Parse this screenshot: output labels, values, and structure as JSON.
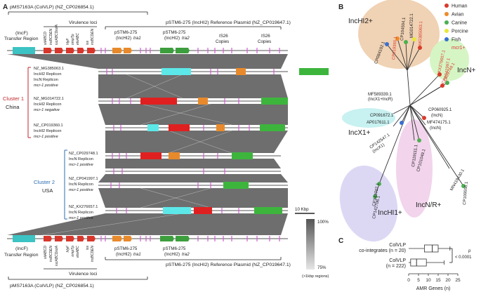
{
  "panels": {
    "a": "A",
    "b": "B",
    "c": "C"
  },
  "panel_a": {
    "top_plasmid": "pMS7163A (ColVLP) (NZ_CP026854.1)",
    "virulence_loci": "Virulence loci",
    "reference_plasmid": "pSTM6-275 (IncHI2) Reference Plasmid (NZ_CP019647.1)",
    "transfer_region_top": "(IncF)",
    "transfer_region_bottom": "Transfer Region",
    "tra1_top": "pSTM6-275",
    "tra1_mid": "(IncHI2)",
    "tra1_bot": "tra1",
    "tra2_top": "pSTM6-275",
    "tra2_mid": "(IncHI2)",
    "tra2_bot": "tra2",
    "is26_top": "IS26",
    "is26_bot": "Copies",
    "gene_labels": [
      "sitABCD",
      "iroBCDEN",
      "iucABCDiutA",
      "hlyF",
      "ompTp",
      "etsABC",
      "iss",
      "iroBCDEN"
    ],
    "cluster1_label": "Cluster 1",
    "cluster1_country": "China",
    "cluster2_label": "Cluster 2",
    "cluster2_country": "USA",
    "strains": [
      {
        "acc": "NZ_MG385063.1",
        "l2": "IncHI2 Replicon",
        "l3": "IncN Replicon",
        "l4": "mcr-1 positive"
      },
      {
        "acc": "NZ_MG014722.1",
        "l2": "IncHI2 Replicon",
        "l3": "mcr-1 negative",
        "l4": ""
      },
      {
        "acc": "NZ_CP019360.1",
        "l2": "IncHI2 Replicon",
        "l3": "mcr-1 positive",
        "l4": ""
      },
      {
        "acc": "NZ_CP029748.1",
        "l2": "IncN Replicon",
        "l3": "mcr-1 positive",
        "l4": ""
      },
      {
        "acc": "NZ_CP041997.1",
        "l2": "IncN Replicon",
        "l3": "mcr-1 positive",
        "l4": ""
      },
      {
        "acc": "NZ_KX276657.1",
        "l2": "IncN Replicon",
        "l3": "mcr-1 positive",
        "l4": ""
      }
    ],
    "scale_bar": "10 Kbp",
    "scale_max": "100%",
    "scale_min": "75%",
    "scale_note": "(>1kbp regions)"
  },
  "panel_b": {
    "legend": [
      {
        "label": "Human",
        "color": "#d93b2b"
      },
      {
        "label": "Avian",
        "color": "#ef8a2a"
      },
      {
        "label": "Canine",
        "color": "#4caf50"
      },
      {
        "label": "Porcine",
        "color": "#e8e83a"
      },
      {
        "label": "Fish",
        "color": "#3a6fd1"
      },
      {
        "label": "mcr1+",
        "color": "#e0323a"
      }
    ],
    "groups": {
      "inchi2": "IncHI2+",
      "incn": "IncN+",
      "incx1": "IncX1+",
      "incnr": "IncN/R+",
      "inchi1": "IncHI1+"
    },
    "leaves": [
      {
        "label": "CP084192.1",
        "color": "#3a6fd1",
        "red": false
      },
      {
        "label": "CP019360.1",
        "color": "#ef8a2a",
        "red": true
      },
      {
        "label": "CP104504.1",
        "color": "#4caf50",
        "red": false
      },
      {
        "label": "MG014722.1",
        "color": "#e8e83a",
        "red": false
      },
      {
        "label": "MG385063.1",
        "color": "#d93b2b",
        "red": true
      },
      {
        "label": "KX276657.1",
        "color": "#d93b2b",
        "red": true
      },
      {
        "label": "CP041997.1",
        "color": "#4caf50",
        "red": true
      },
      {
        "label": "CP029748.1",
        "color": "#d93b2b",
        "red": true
      },
      {
        "label": "MF589339.1",
        "sub": "(IncX1+IncR)"
      },
      {
        "label": "CP091672.1",
        "sub": "(IncX1)"
      },
      {
        "label": "AP017611.1",
        "sub": "(IncX1)"
      },
      {
        "label": "CP142547.1",
        "sub": "(IncX1)"
      },
      {
        "label": "CP060925.1",
        "sub": "(IncN)"
      },
      {
        "label": "MF474175.1",
        "sub": "(IncN)"
      },
      {
        "label": "CP119111.1",
        "sub": "(IncN)"
      },
      {
        "label": "CP101049.1",
        "sub": "(IncR)"
      },
      {
        "label": "MN419430.1",
        "sub": "(IncI1)"
      },
      {
        "label": "CP109556.1",
        "sub": "(IncI1)"
      },
      {
        "label": "CP142707.1",
        "sub": ""
      },
      {
        "label": "CP142706.1",
        "sub": ""
      }
    ]
  },
  "panel_c": {
    "row1_l1": "ColVLP",
    "row1_l2": "co-integrates (n = 20)",
    "row2_l1": "ColVLP",
    "row2_l2": "(n = 222)",
    "xlabel": "AMR Genes (n)",
    "ticks": [
      "0",
      "5",
      "10",
      "15",
      "20",
      "25"
    ],
    "p_label": "p",
    "p_value": "< 0.0001",
    "boxes": [
      {
        "name": "ColVLP co-integrates",
        "min": 0,
        "q1": 8,
        "median": 12,
        "q3": 15,
        "max": 21
      },
      {
        "name": "ColVLP",
        "min": 0,
        "q1": 1,
        "median": 4,
        "q3": 9,
        "max": 18
      }
    ],
    "xlim": [
      0,
      25
    ]
  }
}
